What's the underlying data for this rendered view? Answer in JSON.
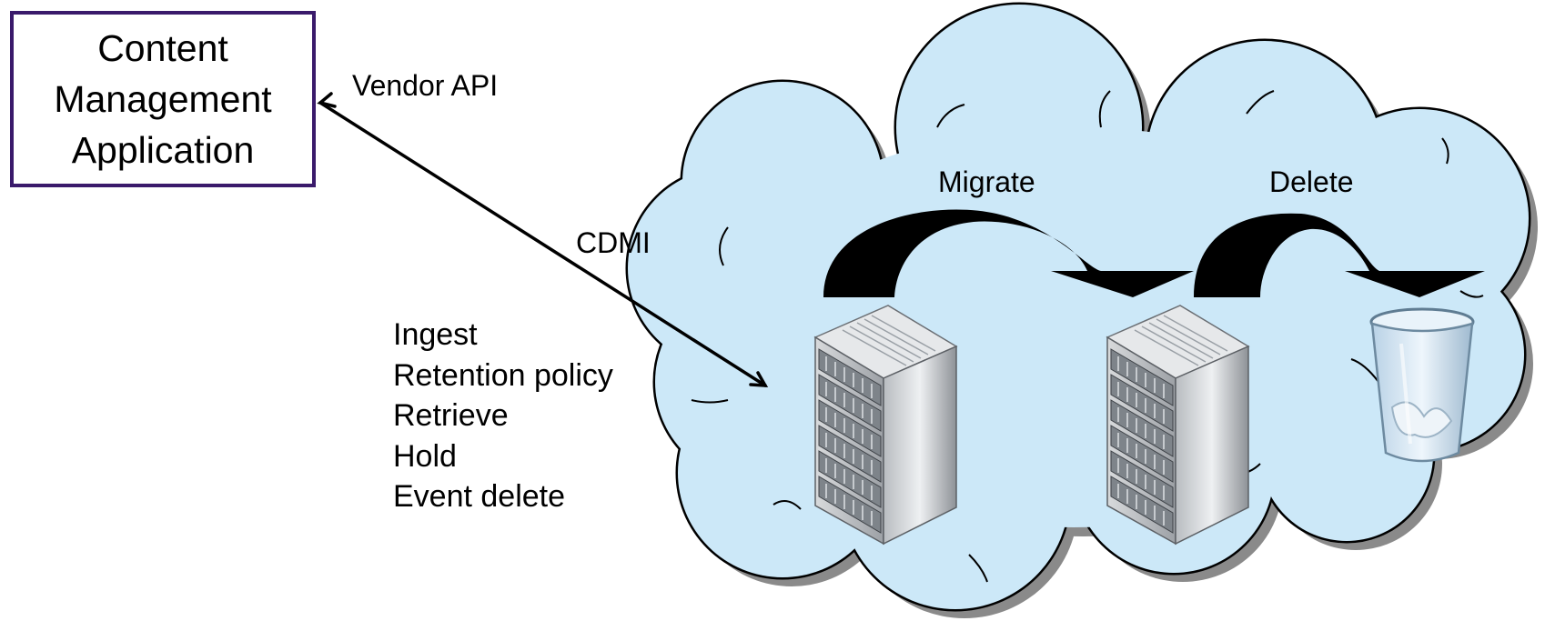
{
  "application": {
    "lines": [
      "Content",
      "Management",
      "Application"
    ],
    "border_color": "#3a1a6b"
  },
  "interface_labels": {
    "vendor_api": "Vendor API",
    "cdmi": "CDMI"
  },
  "operations": [
    "Ingest",
    "Retention policy",
    "Retrieve",
    "Hold",
    "Event delete"
  ],
  "cloud": {
    "fill": "#cce8f8",
    "shadow": "#8a8a8a"
  },
  "flows": {
    "migrate": "Migrate",
    "delete": "Delete"
  },
  "icons": [
    "server-rack-icon",
    "server-rack-icon",
    "trash-can-icon"
  ]
}
